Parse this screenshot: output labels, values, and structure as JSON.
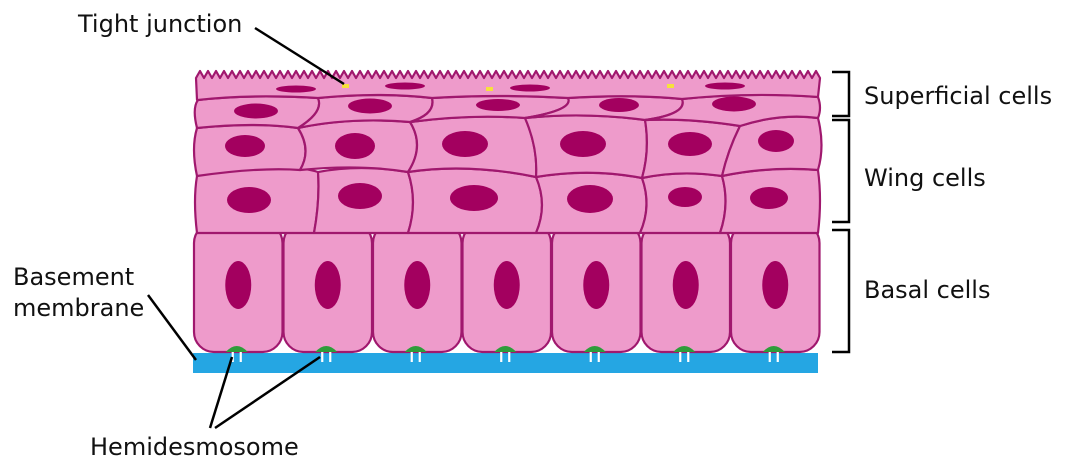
{
  "labels": {
    "tight_junction": "Tight junction",
    "basement_membrane_line1": "Basement",
    "basement_membrane_line2": "membrane",
    "hemidesmosome": "Hemidesmosome",
    "superficial_cells": "Superficial cells",
    "wing_cells": "Wing cells",
    "basal_cells": "Basal cells"
  },
  "colors": {
    "cell_fill": "#ee9bcb",
    "cell_outline": "#a0186e",
    "nucleus": "#a3005f",
    "basement_membrane": "#25a6e3",
    "hemidesmosome": "#2e9d3a",
    "tight_junction": "#f6e13c",
    "lines": "#000000"
  },
  "layers": {
    "superficial_rows": 2,
    "wing_rows": 2,
    "basal_cell_count": 7,
    "hemidesmosome_count": 7,
    "tight_junction_count": 3
  }
}
